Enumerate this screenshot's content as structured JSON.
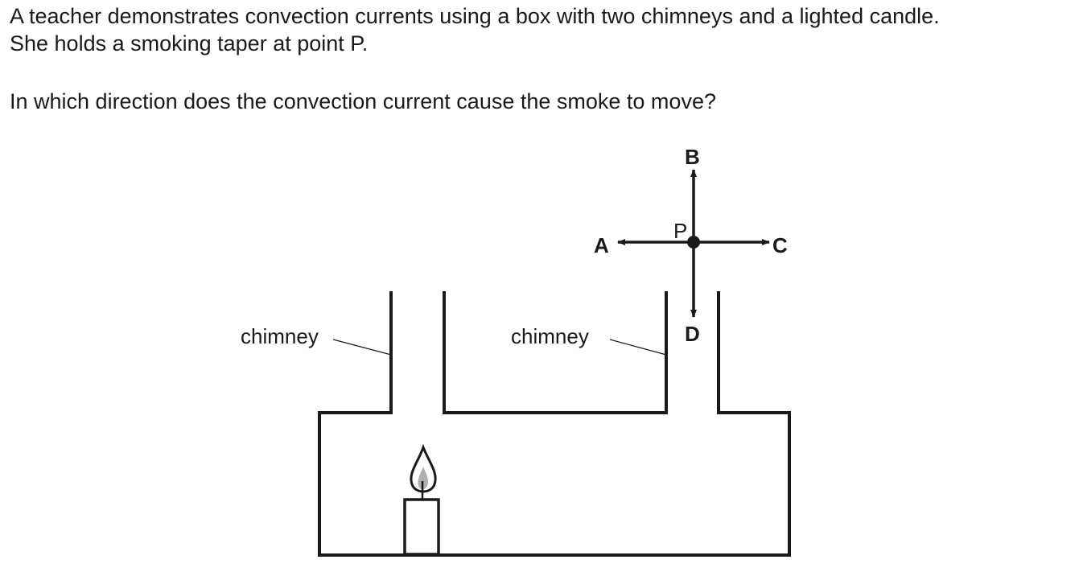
{
  "question": {
    "line1": "A teacher demonstrates convection currents using a box with two chimneys and a lighted candle.",
    "line2": "She holds a smoking taper at point P.",
    "line3": "In which direction does the convection current cause the smoke to move?"
  },
  "diagram": {
    "labels": {
      "chimney_left": "chimney",
      "chimney_right": "chimney",
      "point": "P",
      "dir_a": "A",
      "dir_b": "B",
      "dir_c": "C",
      "dir_d": "D"
    },
    "colors": {
      "stroke": "#1a1a1a",
      "flame_inner": "#b0b0b0"
    }
  }
}
